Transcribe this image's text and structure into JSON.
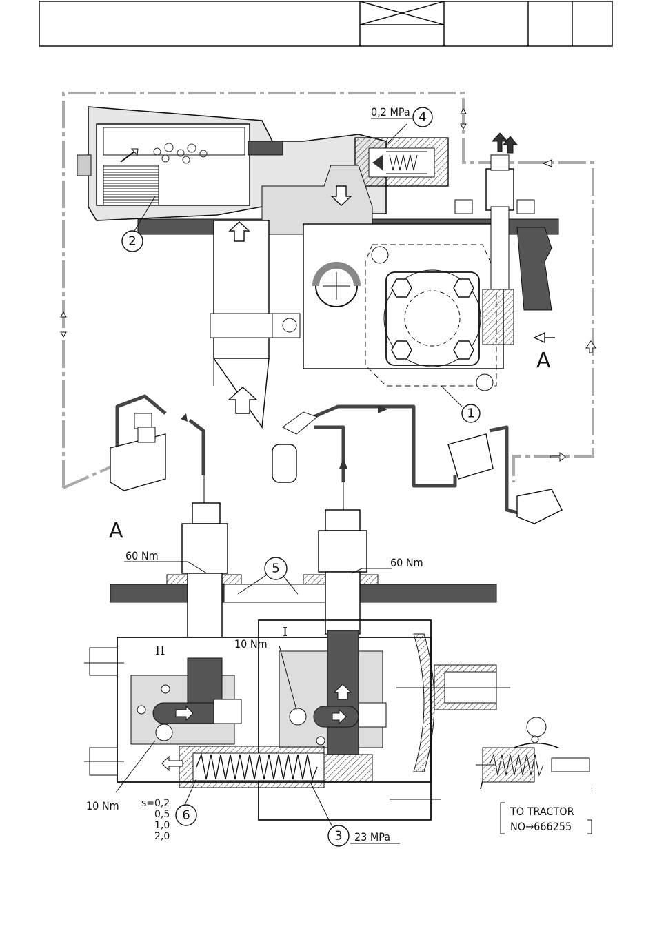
{
  "labels": {
    "pressure_low": "0,2 MPa",
    "pressure_high": "23 MPa",
    "torque_left": "60 Nm",
    "torque_right": "60 Nm",
    "torque_inner": "10 Nm",
    "torque_lower": "10 Nm",
    "view_A_upper": "A",
    "view_A_lower": "A",
    "roman_I": "I",
    "roman_II": "II",
    "shims": [
      "s=0,2",
      "0,5",
      "1,0",
      "2,0"
    ],
    "note_line1": "TO TRACTOR",
    "note_line2": "NO→666255"
  },
  "callouts": [
    "1",
    "2",
    "3",
    "4",
    "5",
    "6"
  ]
}
